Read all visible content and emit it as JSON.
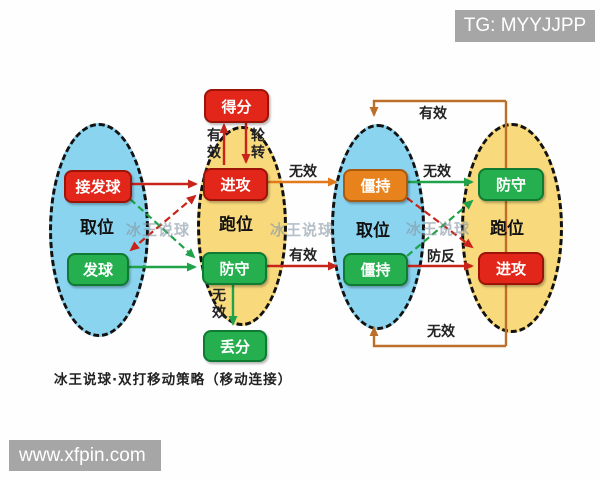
{
  "badges": {
    "tg": "TG: MYYJJPP",
    "site": "www.xfpin.com"
  },
  "caption": "冰王说球·双打移动策略（移动连接）",
  "watermark": "冰王说球",
  "ellipses": [
    {
      "label": "取位",
      "fill": "#8bd4f0"
    },
    {
      "label": "跑位",
      "fill": "#f8d97c"
    },
    {
      "label": "取位",
      "fill": "#8bd4f0"
    },
    {
      "label": "跑位",
      "fill": "#f8d97c"
    }
  ],
  "nodes": {
    "receive_serve": {
      "label": "接发球",
      "color": "#e3261a"
    },
    "serve": {
      "label": "发球",
      "color": "#25af4f"
    },
    "score": {
      "label": "得分",
      "color": "#e3261a"
    },
    "attack_mid": {
      "label": "进攻",
      "color": "#e3261a"
    },
    "defend_mid": {
      "label": "防守",
      "color": "#25af4f"
    },
    "lose_point": {
      "label": "丢分",
      "color": "#25af4f"
    },
    "stalemate_upper": {
      "label": "僵持",
      "color": "#e8821c"
    },
    "stalemate_lower": {
      "label": "僵持",
      "color": "#25af4f"
    },
    "defend_right": {
      "label": "防守",
      "color": "#25af4f"
    },
    "attack_right": {
      "label": "进攻",
      "color": "#e3261a"
    }
  },
  "edge_labels": {
    "effective_vertical": "有效",
    "rotation": "轮转",
    "ineffective_mid": "无效",
    "effective_mid": "有效",
    "ineffective_vertical": "无效",
    "ineffective_right": "无效",
    "counter_attack": "防反",
    "effective_loop": "有效",
    "ineffective_loop": "无效"
  },
  "palette": {
    "node_red": "#e3261a",
    "node_green": "#25af4f",
    "node_orange": "#e8821c",
    "arrow_red": "#c8241a",
    "arrow_green": "#1fa24a",
    "arrow_orange": "#e2791a",
    "loop_brown": "#bc6f2b",
    "ellipse_blue": "#8bd4f0",
    "ellipse_yellow": "#f8d97c",
    "badge_gray": "#a6a6a6"
  }
}
